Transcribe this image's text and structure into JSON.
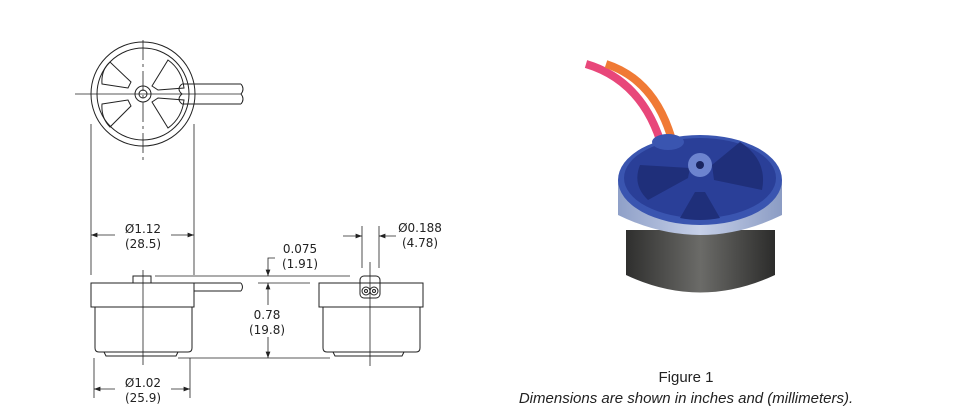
{
  "dimensions": {
    "top_diameter": {
      "inch": "Ø1.12",
      "mm": "(28.5)"
    },
    "base_diameter": {
      "inch": "Ø1.02",
      "mm": "(25.9)"
    },
    "port_diameter": {
      "inch": "Ø0.188",
      "mm": "(4.78)"
    },
    "port_height": {
      "inch": "0.075",
      "mm": "(1.91)"
    },
    "body_height": {
      "inch": "0.78",
      "mm": "(19.8)"
    }
  },
  "caption": {
    "figure": "Figure 1",
    "note": "Dimensions are shown in inches and (millimeters)."
  },
  "colors": {
    "sensor_blue": "#3a55b0",
    "wire_pink": "#e8477a",
    "wire_orange": "#f07a35",
    "body_grey": "#4a4a48"
  }
}
